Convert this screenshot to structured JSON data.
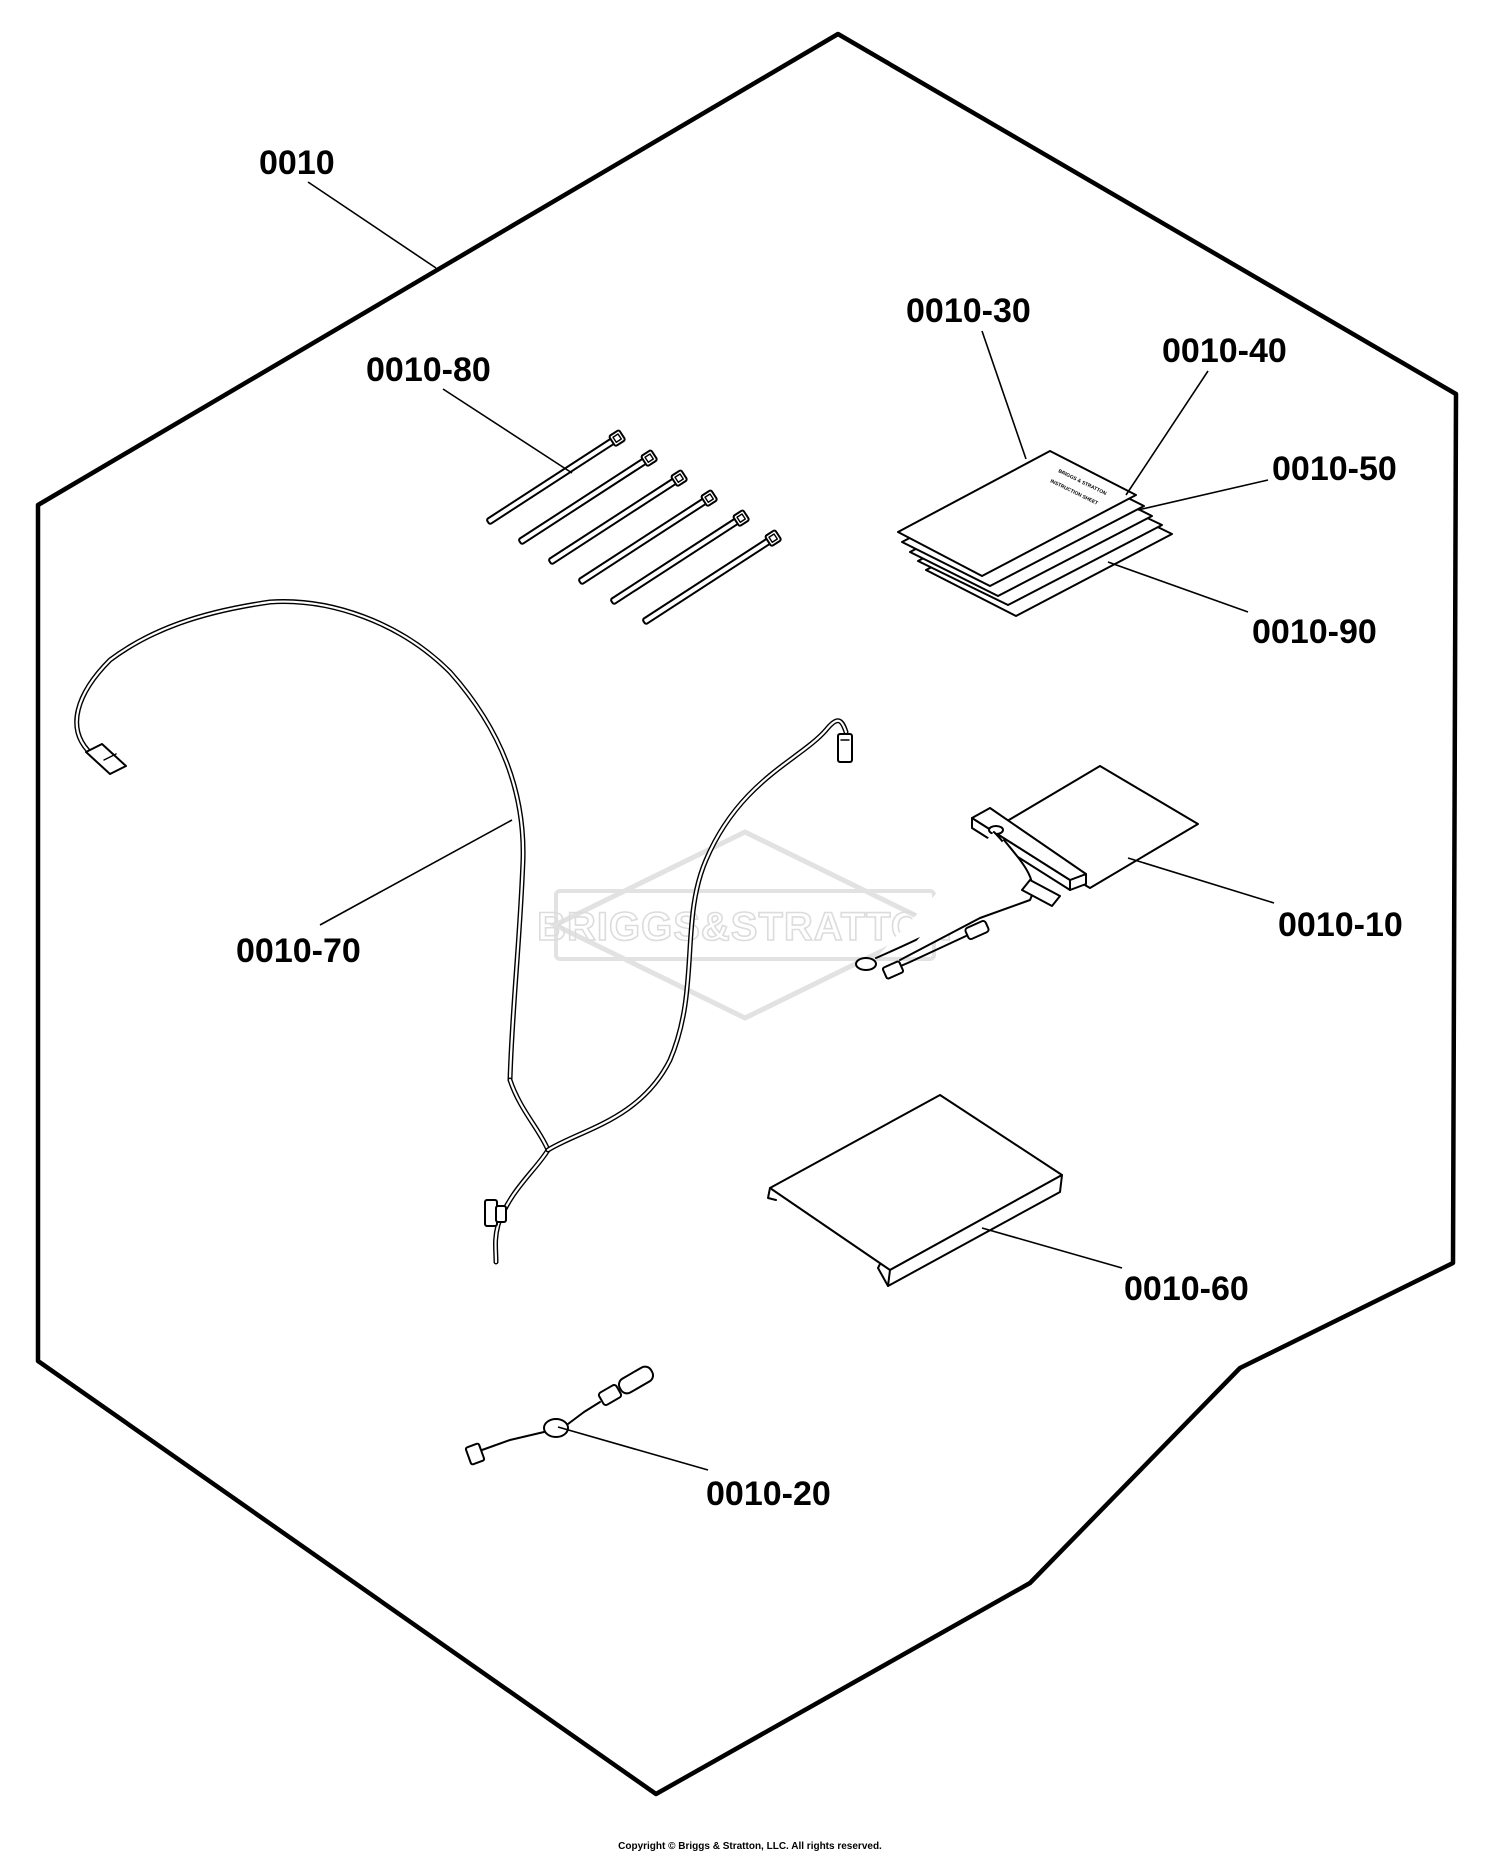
{
  "watermark": {
    "text": "BRIGGS&STRATTON"
  },
  "callouts": {
    "kit": "0010",
    "ties": "0010-80",
    "doc_30": "0010-30",
    "doc_40": "0010-40",
    "doc_50": "0010-50",
    "doc_90": "0010-90",
    "harness": "0010-70",
    "heater_pad": "0010-10",
    "cover": "0010-60",
    "sensor": "0010-20"
  },
  "document_print": {
    "line1": "BRIGGS & STRATTON",
    "line2": "INSTRUCTION SHEET"
  },
  "footer": {
    "copyright": "Copyright © Briggs & Stratton, LLC. All rights reserved."
  }
}
